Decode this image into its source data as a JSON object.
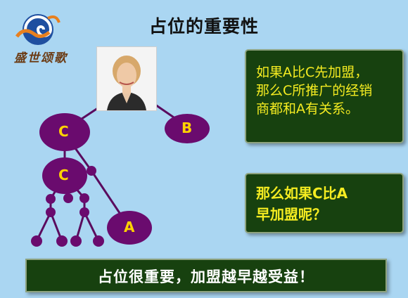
{
  "slide": {
    "title": "占位的重要性",
    "logo": {
      "icon": "swirl-cloud-logo",
      "text": "盛世颂歌"
    },
    "photo": {
      "icon": "woman-portrait"
    },
    "nodes": {
      "c_top": "C",
      "c_mid": "C",
      "b": "B",
      "a": "A"
    },
    "box1_lines": [
      "如果A比C先加盟，",
      "那么C所推广的经销",
      "商都和A有关系。"
    ],
    "box2_lines": [
      "那么如果C比A",
      "早加盟呢？"
    ],
    "banner": "占位很重要，加盟越早越受益！",
    "colors": {
      "background": "#aad6f2",
      "node": "#6a0b6e",
      "box": "#17410f",
      "box_text": "#f5ec21",
      "node_text": "#ffd200"
    }
  }
}
